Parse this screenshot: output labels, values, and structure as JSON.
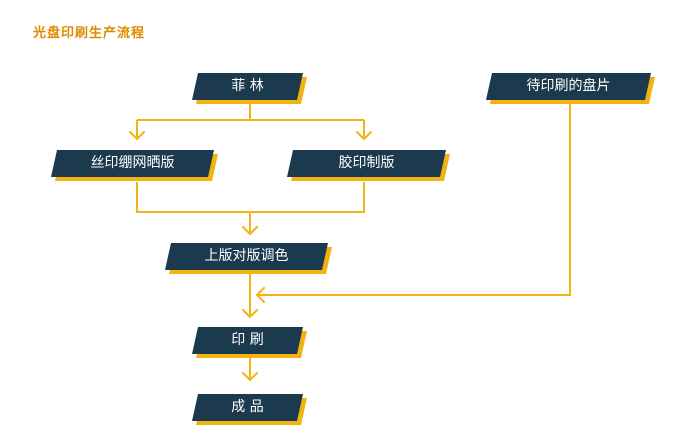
{
  "title": "光盘印刷生产流程",
  "colors": {
    "box_fill": "#1c3a4e",
    "box_shadow": "#f2b312",
    "arrow": "#f2b312",
    "title": "#e08a00",
    "label": "#ffffff"
  },
  "nodes": {
    "film": "菲 林",
    "discs": "待印刷的盘片",
    "screen_plate": "丝印绷网晒版",
    "offset_plate": "胶印制版",
    "mount_plate": "上版对版调色",
    "printing": "印 刷",
    "finished": "成 品"
  }
}
